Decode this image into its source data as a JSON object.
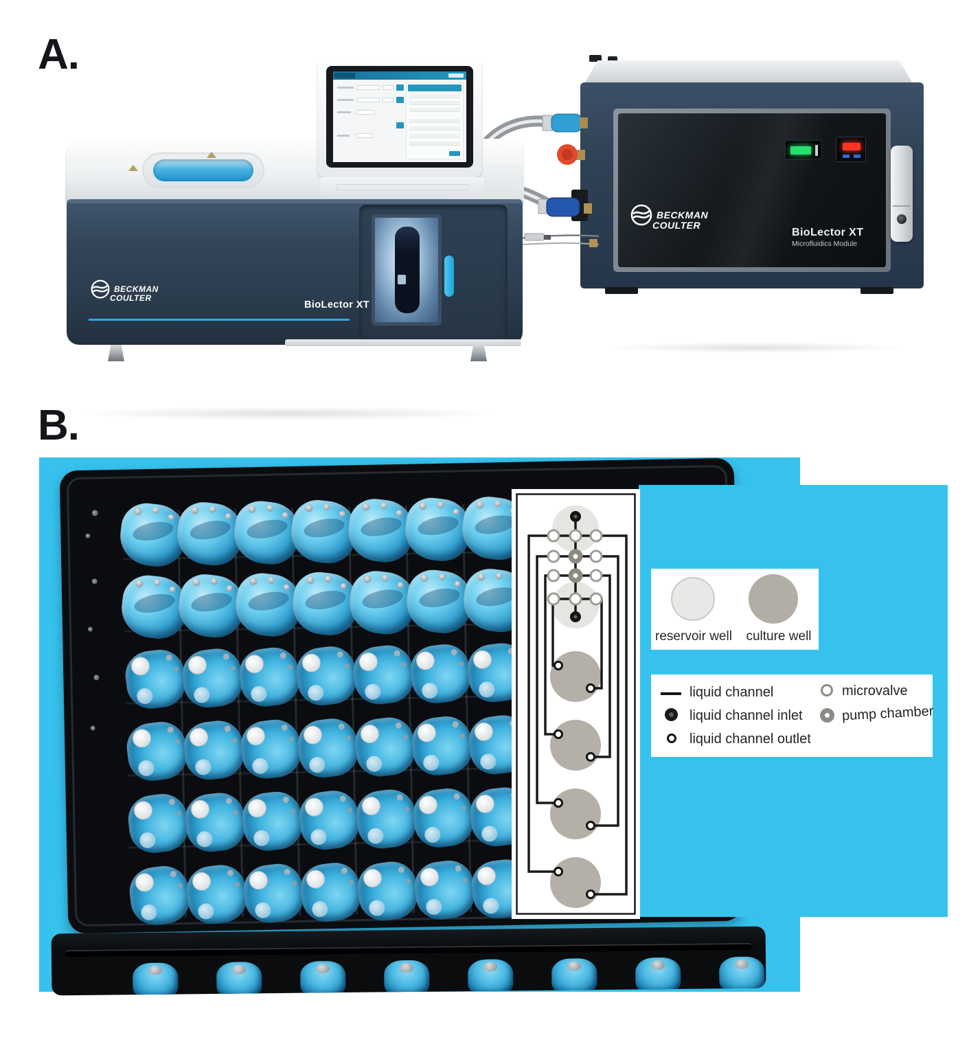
{
  "panels": {
    "a_label": "A.",
    "b_label": "B."
  },
  "instrument": {
    "brand_line1": "BECKMAN",
    "brand_line2": "COULTER",
    "model": "BioLector XT"
  },
  "module": {
    "brand_line1": "BECKMAN",
    "brand_line2": "COULTER",
    "model": "BioLector XT",
    "submodel": "Microfluidics Module"
  },
  "plate": {
    "reservoir_rows": 2,
    "culture_rows": 4,
    "visible_columns": 7,
    "bottom_row_wells": 8
  },
  "legend_wells": {
    "reservoir_label": "reservoir well",
    "culture_label": "culture well"
  },
  "legend_symbols": {
    "liquid_channel": "liquid channel",
    "liquid_channel_inlet": "liquid channel inlet",
    "liquid_channel_outlet": "liquid channel outlet",
    "microvalve": "microvalve",
    "pump_chamber": "pump chamber"
  },
  "colors": {
    "cyan_background": "#36c2ed",
    "accent_cyan": "#2baae0",
    "instrument_navy": "#2e4154",
    "reservoir_gray": "#e6e5e2",
    "culture_gray": "#b2ada5",
    "led_green": "#27e06c",
    "led_red": "#ff3422"
  }
}
